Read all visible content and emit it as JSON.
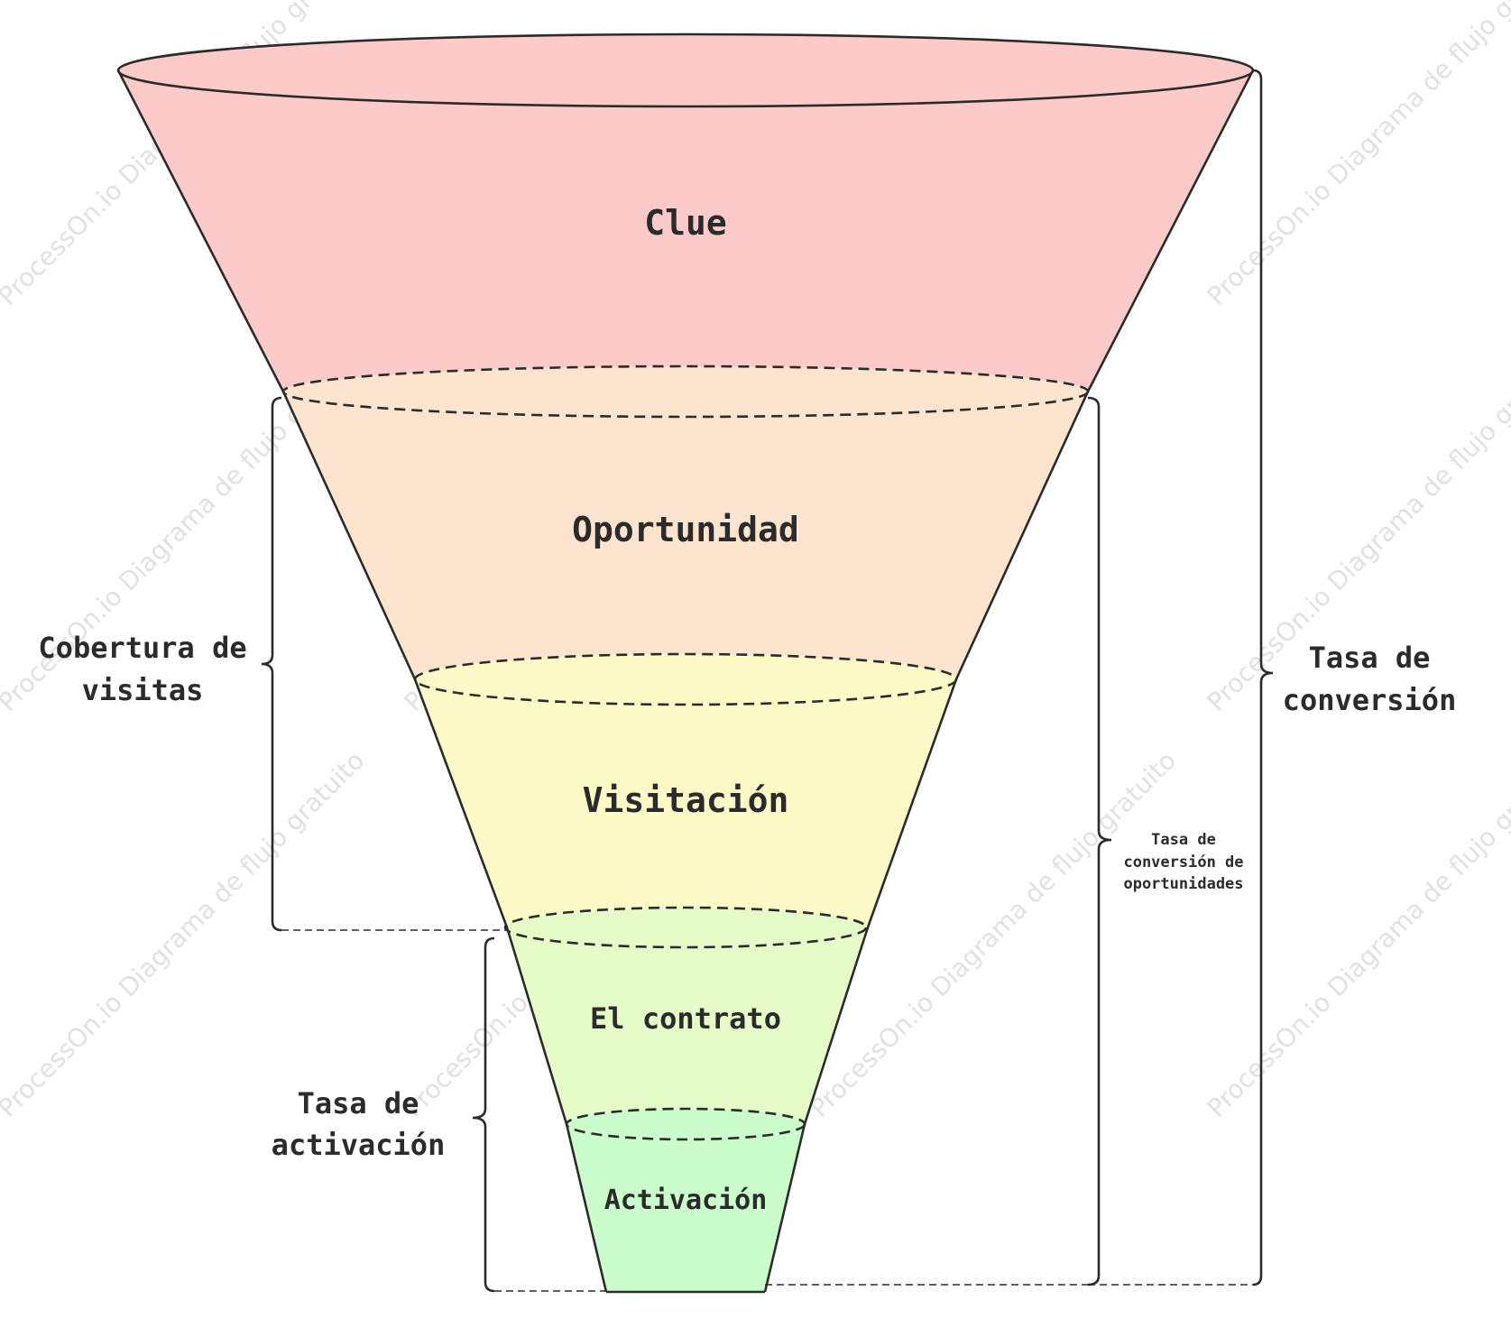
{
  "funnel": {
    "stages": [
      {
        "label": "Clue",
        "color": "#fdcaca"
      },
      {
        "label": "Oportunidad",
        "color": "#fde4cf"
      },
      {
        "label": "Visitación",
        "color": "#fdfac8"
      },
      {
        "label": "El contrato",
        "color": "#e6fcc8"
      },
      {
        "label": "Activación",
        "color": "#cbfccb"
      }
    ]
  },
  "annotations": {
    "visit_coverage": [
      "Cobertura de",
      "visitas"
    ],
    "activation_rate": [
      "Tasa de",
      "activación"
    ],
    "opportunity_conversion": [
      "Tasa de",
      "conversión de",
      "oportunidades"
    ],
    "conversion_rate": [
      "Tasa de",
      "conversión"
    ]
  },
  "watermark": "ProcessOn.io Diagrama de flujo gratuito"
}
